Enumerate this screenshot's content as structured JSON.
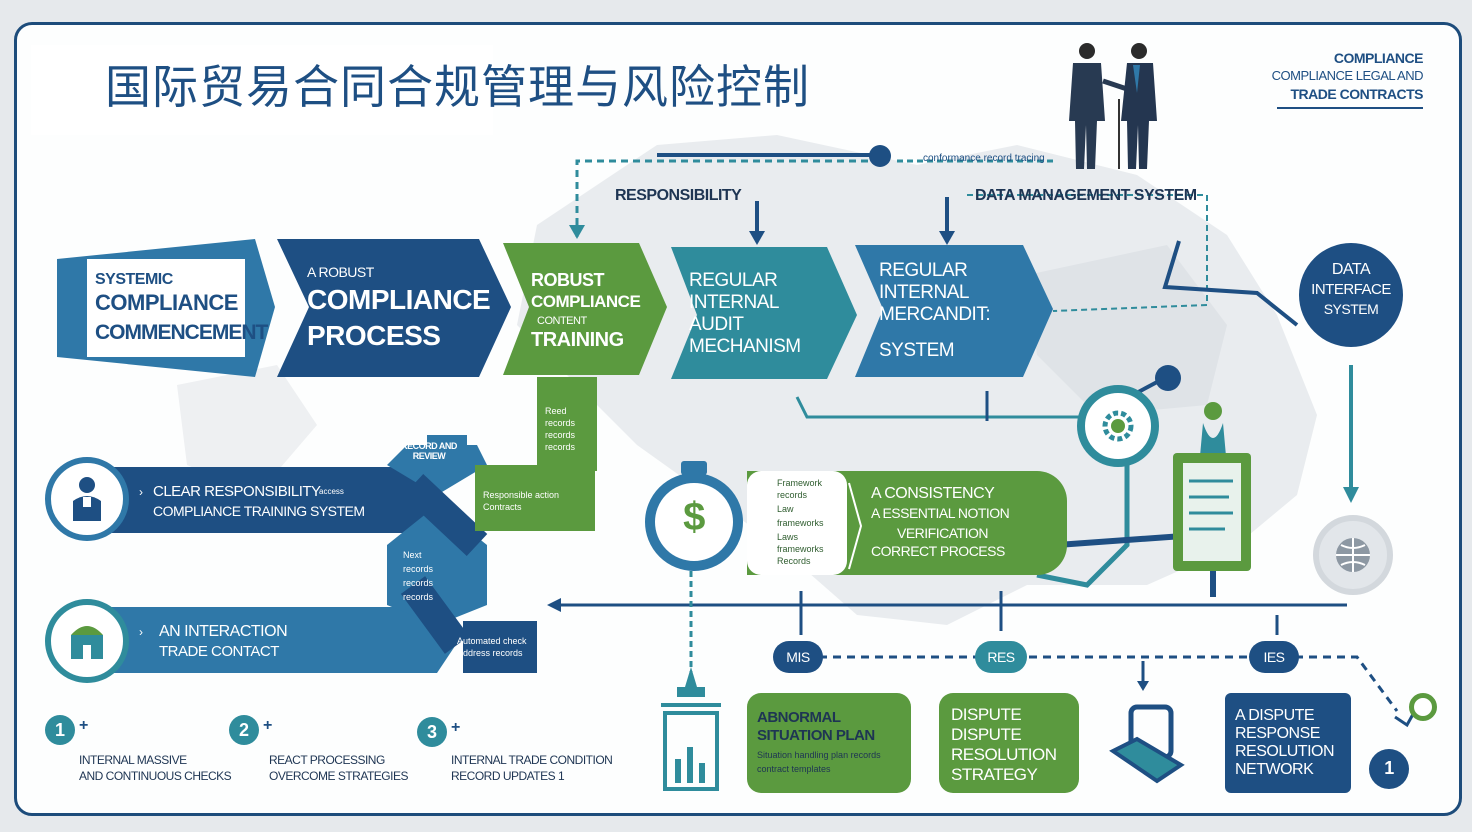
{
  "title": "国际贸易合同合规管理与风险控制",
  "corner": {
    "line1": "COMPLIANCE",
    "line2": "COMPLIANCE LEGAL AND",
    "line3": "TRADE CONTRACTS"
  },
  "top_labels": {
    "responsibility": "RESPONSIBILITY",
    "data_mgmt": "DATA MANAGEMENT SYSTEM",
    "chain_text": "conformance record tracing"
  },
  "chevrons": [
    {
      "line1": "SYSTEMIC",
      "line2": "COMPLIANCE",
      "line3": "COMMENCEMENT"
    },
    {
      "line1": "A ROBUST",
      "line2": "COMPLIANCE",
      "line3": "PROCESS"
    },
    {
      "line1": "ROBUST",
      "line2": "COMPLIANCE",
      "line3": "CONTENT",
      "line4": "TRAINING"
    },
    {
      "line1": "REGULAR",
      "line2": "INTERNAL",
      "line3": "AUDIT",
      "line4": "MECHANISM"
    },
    {
      "line1": "REGULAR",
      "line2": "INTERNAL",
      "line3": "MERCANDIT:",
      "line4": "SYSTEM"
    }
  ],
  "data_interface": {
    "line1": "DATA",
    "line2": "INTERFACE",
    "line3": "SYSTEM"
  },
  "left_panels": {
    "p1": {
      "line1": "CLEAR RESPONSIBILITY",
      "suffix": "access",
      "line2": "COMPLIANCE TRAINING SYSTEM"
    },
    "p2": {
      "line1": "AN INTERACTION",
      "line2": "TRADE CONTACT"
    }
  },
  "center_labels": {
    "feedback": "RECORD AND REVIEW",
    "mini_green": [
      "Reed",
      "records",
      "records",
      "records"
    ],
    "branch_top": [
      "Responsible action",
      "Contracts"
    ],
    "branch_bottom": [
      "Next",
      "records",
      "records",
      "records"
    ],
    "arrow_note": [
      "Automated check",
      "Address records"
    ]
  },
  "consistency": {
    "small": [
      "Framework",
      "records",
      "Law",
      "frameworks",
      "Laws",
      "frameworks",
      "Records"
    ],
    "line1": "A CONSISTENCY",
    "line2": "A ESSENTIAL NOTION",
    "line3": "VERIFICATION",
    "line4": "CORRECT PROCESS"
  },
  "timeline_badges": [
    "MIS",
    "RES",
    "IES"
  ],
  "bottom_cards": {
    "abnormal": {
      "line1": "ABNORMAL",
      "line2": "SITUATION PLAN",
      "line3": "Situation handling plan records",
      "line4": "contract templates"
    },
    "dispute": {
      "line1": "DISPUTE",
      "line2": "DISPUTE",
      "line3": "RESOLUTION",
      "line4": "STRATEGY"
    },
    "network": {
      "line1": "A DISPUTE",
      "line2": "RESPONSE",
      "line3": "RESOLUTION",
      "line4": "NETWORK"
    },
    "network_num": "1"
  },
  "steps": [
    {
      "num": "1",
      "line1": "INTERNAL MASSIVE",
      "line2": "AND CONTINUOUS CHECKS"
    },
    {
      "num": "2",
      "line1": "REACT PROCESSING",
      "line2": "OVERCOME STRATEGIES"
    },
    {
      "num": "3",
      "line1": "INTERNAL TRADE CONDITION",
      "line2": "RECORD UPDATES 1"
    }
  ],
  "colors": {
    "navy": "#1e4f83",
    "blue": "#2f78a8",
    "teal": "#2f8c9c",
    "green": "#5b9a3f",
    "light": "#e6ebee"
  },
  "icons": [
    "people-icon",
    "person-icon",
    "building-icon",
    "gear-icon",
    "globe-icon",
    "clipboard-icon",
    "lighthouse-icon",
    "folder-icon",
    "tools-icon"
  ]
}
